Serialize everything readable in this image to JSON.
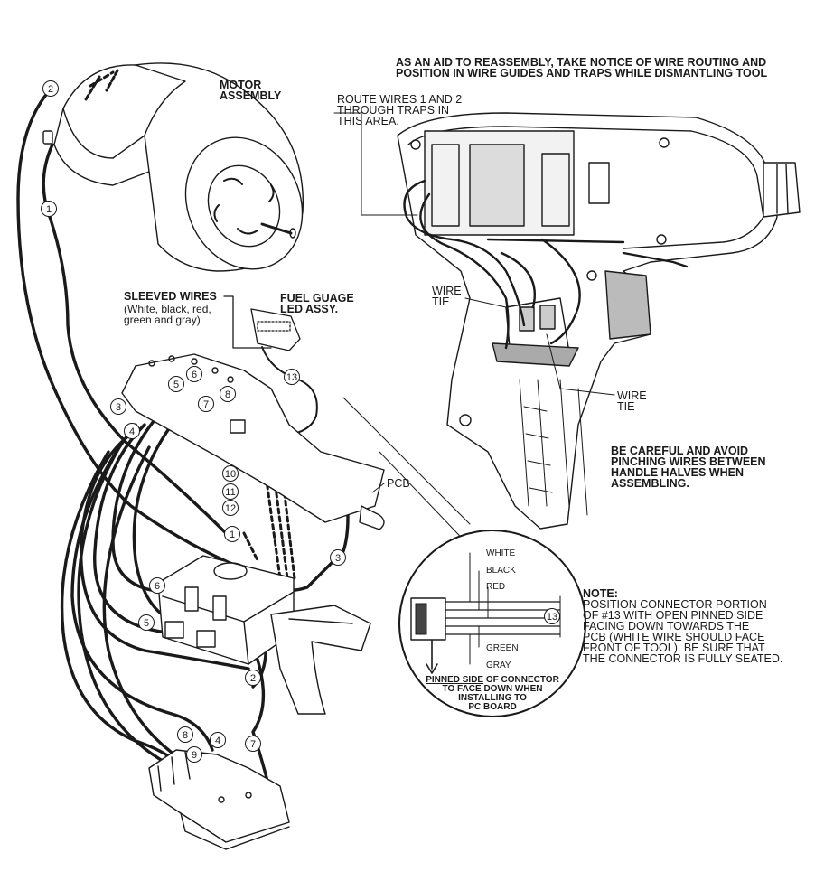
{
  "reassembly_note": "AS AN AID TO REASSEMBLY, TAKE NOTICE OF WIRE ROUTING AND\nPOSITION IN WIRE GUIDES AND TRAPS WHILE DISMANTLING TOOL",
  "motor_label": "MOTOR\nASSEMBLY",
  "route_note": "ROUTE WIRES 1 AND 2\nTHROUGH TRAPS IN\nTHIS AREA.",
  "sleeved_title": "SLEEVED WIRES",
  "sleeved_sub": "(White, black, red,\ngreen and gray)",
  "fuel_label": "FUEL GUAGE\nLED ASSY.",
  "wire_tie_1": "WIRE\nTIE",
  "wire_tie_2": "WIRE\nTIE",
  "pcb_label": "PCB",
  "careful_note": "BE CAREFUL AND AVOID\nPINCHING WIRES BETWEEN\nHANDLE HALVES WHEN\nASSEMBLING.",
  "connector_wires": [
    "WHITE",
    "BLACK",
    "RED",
    "GREEN",
    "GRAY"
  ],
  "pinned_note_underlined": "PINNED SIDE",
  "pinned_note_rest": " OF CONNECTOR\nTO FACE DOWN WHEN\nINSTALLING TO\nPC BOARD",
  "note_title": "NOTE:",
  "note_body": "POSITION CONNECTOR PORTION\nOF #13 WITH OPEN PINNED SIDE\nFACING DOWN TOWARDS THE\nPCB (WHITE WIRE SHOULD FACE\nFRONT OF TOOL). BE SURE THAT\nTHE CONNECTOR IS FULLY SEATED.",
  "callouts": [
    "1",
    "1",
    "2",
    "2",
    "3",
    "3",
    "4",
    "4",
    "5",
    "5",
    "6",
    "6",
    "7",
    "7",
    "8",
    "8",
    "9",
    "10",
    "11",
    "12",
    "13",
    "13"
  ]
}
